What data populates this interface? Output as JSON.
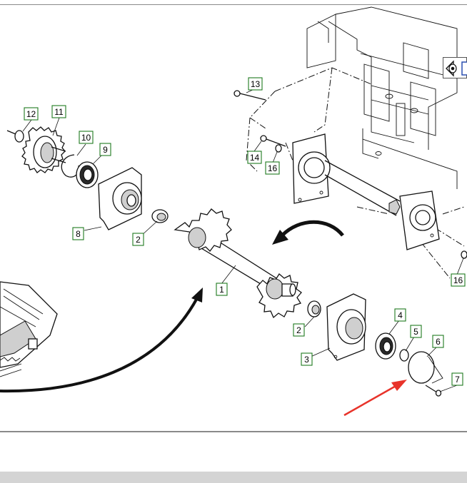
{
  "callouts": [
    {
      "id": "c1",
      "label": "1"
    },
    {
      "id": "c2a",
      "label": "2"
    },
    {
      "id": "c2b",
      "label": "2"
    },
    {
      "id": "c3",
      "label": "3"
    },
    {
      "id": "c4",
      "label": "4"
    },
    {
      "id": "c5",
      "label": "5"
    },
    {
      "id": "c6",
      "label": "6"
    },
    {
      "id": "c7",
      "label": "7"
    },
    {
      "id": "c8",
      "label": "8"
    },
    {
      "id": "c9",
      "label": "9"
    },
    {
      "id": "c10",
      "label": "10"
    },
    {
      "id": "c11",
      "label": "11"
    },
    {
      "id": "c12",
      "label": "12"
    },
    {
      "id": "c13",
      "label": "13"
    },
    {
      "id": "c14",
      "label": "14"
    },
    {
      "id": "c16a",
      "label": "16"
    },
    {
      "id": "c16b",
      "label": "16"
    }
  ],
  "colors": {
    "callout_border": "#1f7a1f",
    "highlight_arrow": "#e8332a",
    "frame_border": "#8a8a8a",
    "nav_icon_border": "#2a4fb0"
  },
  "icons": {
    "nav": "back-to-view-icon"
  }
}
